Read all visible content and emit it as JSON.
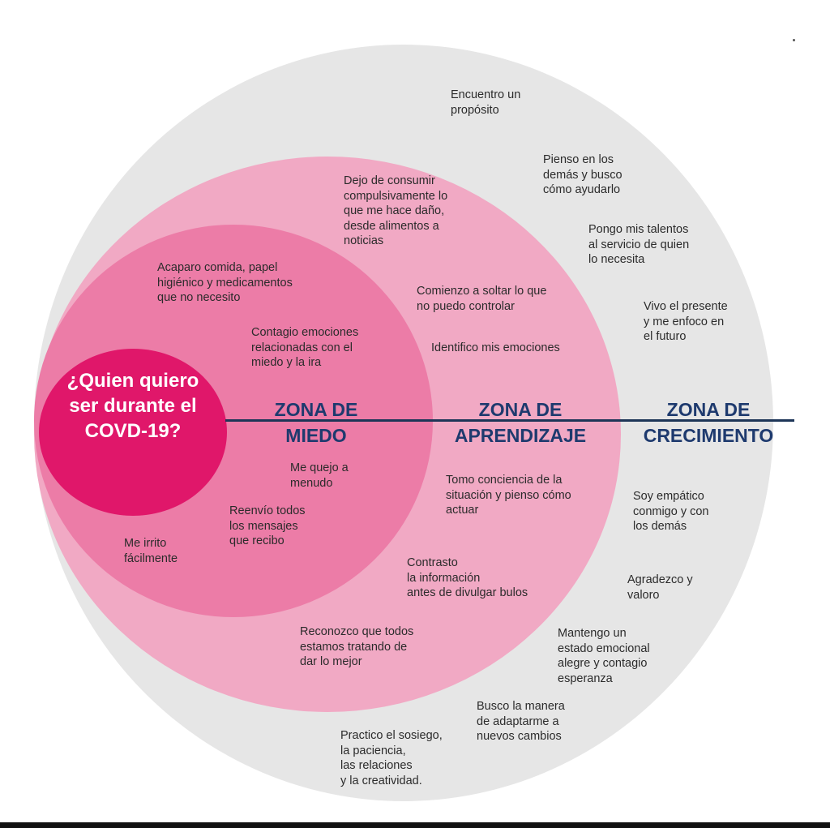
{
  "core": {
    "text": "¿Quien quiero ser durante el COVD-19?"
  },
  "zones": {
    "fear": {
      "line1": "ZONA DE",
      "line2": "MIEDO"
    },
    "learning": {
      "line1": "ZONA DE",
      "line2": "APRENDIZAJE"
    },
    "growth": {
      "line1": "ZONA DE",
      "line2": "CRECIMIENTO"
    }
  },
  "fear_items": [
    "Acaparo comida, papel\nhigiénico y medicamentos\nque no necesito",
    "Contagio emociones\nrelacionadas con el\nmiedo y la ira",
    "Me quejo a\nmenudo",
    "Reenvío todos\nlos mensajes\nque recibo",
    "Me irrito\nfácilmente"
  ],
  "learning_items": [
    "Dejo de consumir\ncompulsivamente lo\nque me hace daño,\ndesde alimentos a\nnoticias",
    "Comienzo a soltar lo que\nno puedo controlar",
    "Identifico mis emociones",
    "Tomo conciencia de la\nsituación y pienso cómo\nactuar",
    "Contrasto\nla información\nantes de divulgar bulos",
    "Reconozco que todos\nestamos tratando de\ndar lo mejor"
  ],
  "growth_items": [
    "Encuentro un\npropósito",
    "Pienso en los\ndemás y busco\ncómo ayudarlo",
    "Pongo mis talentos\nal servicio de quien\nlo necesita",
    "Vivo el presente\ny me enfoco en\nel futuro",
    "Soy empático\nconmigo y con\nlos demás",
    "Agradezco y\nvaloro",
    "Mantengo un\nestado emocional\nalegre y contagio\nesperanza",
    "Busco la manera\nde adaptarme a\nnuevos cambios",
    "Practico el sosiego,\nla paciencia,\nlas relaciones\ny la creatividad."
  ],
  "colors": {
    "outer": "#e6e6e6",
    "learning": "#f1a9c4",
    "fear": "#ec7ca7",
    "core": "#e0176a",
    "axis": "#1d3557",
    "zone_title": "#1e3a6e"
  }
}
